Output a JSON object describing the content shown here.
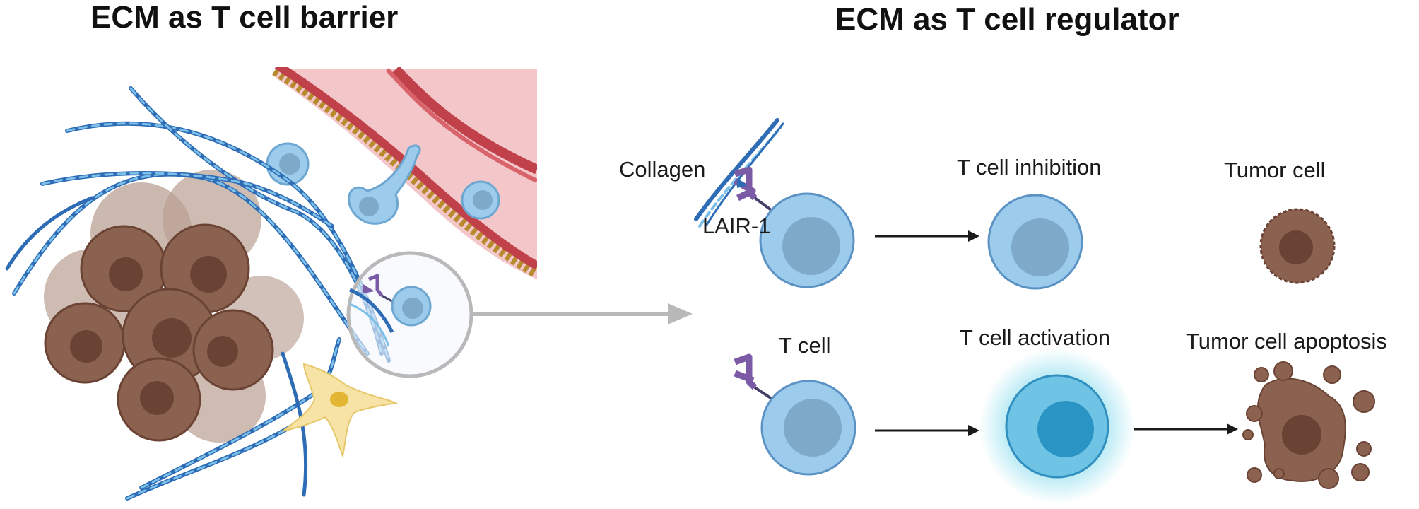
{
  "left_panel": {
    "title": "ECM as T cell barrier"
  },
  "right_panel": {
    "title": "ECM as T cell regulator",
    "labels": {
      "collagen": "Collagen",
      "lair1": "LAIR-1",
      "t_cell_inhibition": "T cell inhibition",
      "tumor_cell": "Tumor cell",
      "t_cell": "T cell",
      "t_cell_activation": "T cell activation",
      "tumor_cell_apoptosis": "Tumor cell apoptosis"
    }
  },
  "colors": {
    "t_cell_outer": "#9ccbec",
    "t_cell_inner": "#7fa9c8",
    "activated_nucleus": "#2a94c4",
    "tumor": "#8a624f",
    "tumor_nucleus": "#6b4334",
    "collagen_dark": "#2e6db5",
    "collagen_light": "#7cc0ea",
    "receptor": "#7b5aa6",
    "vessel_wall": "#c0414a",
    "vessel_lumen": "#f3c6c9",
    "fibroblast": "#f8e3a6",
    "arrow_gray": "#b9b9b9"
  }
}
